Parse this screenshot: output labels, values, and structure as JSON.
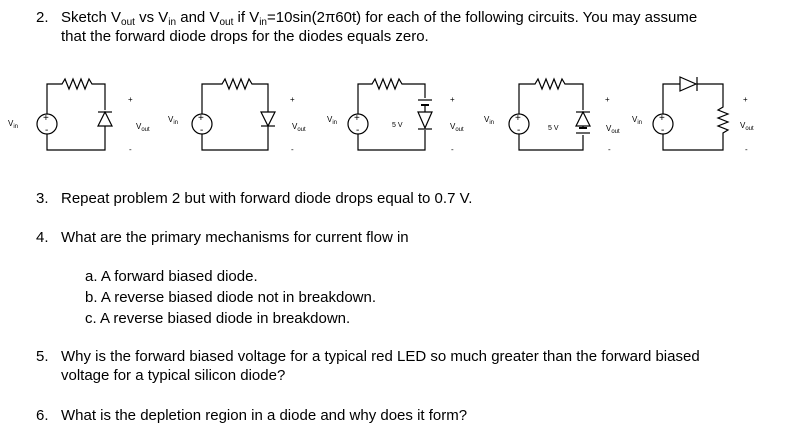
{
  "q2": {
    "number": "2.",
    "line1_a": "Sketch V",
    "line1_out": "out",
    "line1_b": " vs V",
    "line1_in": "in",
    "line1_c": " and V",
    "line1_out2": "out",
    "line1_d": " if V",
    "line1_in2": "in",
    "line1_e": "=10sin(2π60t) for each of the following circuits.  You may assume",
    "line2": "that the forward diode drops for the diodes equals zero."
  },
  "circuit_labels": {
    "vin": "V",
    "vin_sub": "in",
    "vout": "V",
    "vout_sub": "out",
    "plus": "+",
    "minus": "-",
    "source_plus": "+",
    "source_minus": "-",
    "battery": "5 V"
  },
  "q3": {
    "number": "3.",
    "text": "Repeat problem 2 but with forward diode drops equal to 0.7 V."
  },
  "q4": {
    "number": "4.",
    "text": "What are the primary mechanisms for current flow in",
    "items": [
      "a.  A forward biased diode.",
      "b.  A reverse biased diode not in breakdown.",
      "c.  A reverse biased diode in breakdown."
    ]
  },
  "q5": {
    "number": "5.",
    "line1": "Why is the forward biased voltage for a typical red LED so much greater than the forward biased",
    "line2": "voltage for a typical silicon diode?"
  },
  "q6": {
    "number": "6.",
    "text": "What is the depletion region in a diode and why does it form?"
  }
}
